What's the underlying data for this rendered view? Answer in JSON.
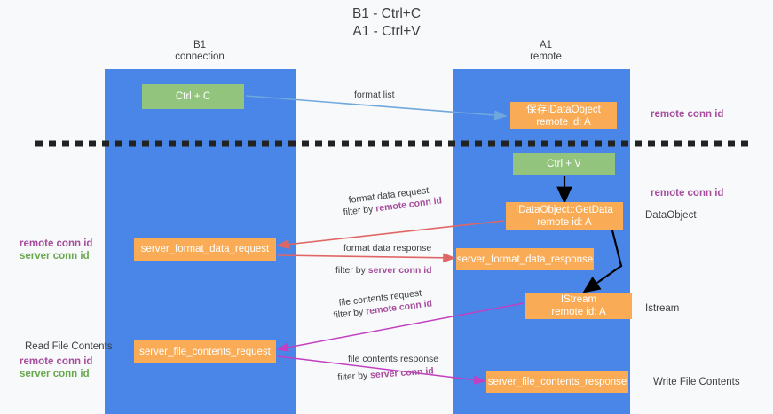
{
  "title": {
    "line1": "B1 - Ctrl+C",
    "line2": "A1 - Ctrl+V"
  },
  "lanes": [
    {
      "id": "b1",
      "name": "B1",
      "sub": "connection",
      "color": "#4a86e8"
    },
    {
      "id": "a1",
      "name": "A1",
      "sub": "remote",
      "color": "#4a86e8"
    }
  ],
  "nodes": {
    "ctrl_c": "Ctrl + C",
    "idataobject_title": "保存IDataObject",
    "idataobject_sub": "remote id: A",
    "ctrl_v": "Ctrl + V",
    "getdata_title": "IDataObject::GetData",
    "getdata_sub": "remote id: A",
    "server_format_data_request": "server_format_data_request",
    "server_format_data_response": "server_format_data_response",
    "istream_title": "IStream",
    "istream_sub": "remote id: A",
    "server_file_contents_request": "server_file_contents_request",
    "server_file_contents_response": "server_file_contents_response"
  },
  "edge_labels": {
    "format_list": "format list",
    "format_data_request": "format data request",
    "format_data_request_filter_prefix": "filter by ",
    "format_data_request_filter_key": "remote conn id",
    "format_data_response": "format data response",
    "format_data_response_filter_prefix": "filter by ",
    "format_data_response_filter_key": "server conn id",
    "file_contents_request": "file contents request",
    "file_contents_request_filter_prefix": "filter by ",
    "file_contents_request_filter_key": "remote conn id",
    "file_contents_response": "file contents response",
    "file_contents_response_filter_prefix": "filter by ",
    "file_contents_response_filter_key": "server conn id"
  },
  "annotations": {
    "right_remote_conn_id_top": "remote conn id",
    "right_remote_conn_id_mid": "remote conn id",
    "right_dataobject": "DataObject",
    "right_istream": "Istream",
    "right_write_file_contents": "Write File Contents",
    "left_remote_conn_id_mid": "remote conn id",
    "left_server_conn_id_mid": "server conn id",
    "left_read_file_contents": "Read File Contents",
    "left_remote_conn_id_bottom": "remote conn id",
    "left_server_conn_id_bottom": "server conn id"
  },
  "colors": {
    "lane": "#4a86e8",
    "green_node": "#93c47d",
    "orange_node": "#f9ab55",
    "purple_text": "#a64d9e",
    "green_text": "#6aa84f",
    "blue_arrow": "#6fa8dc",
    "red_arrow": "#e06666",
    "magenta_arrow": "#c23fc2",
    "black_arrow": "#000000",
    "divider": "#222222",
    "background": "#f8f9fa"
  }
}
